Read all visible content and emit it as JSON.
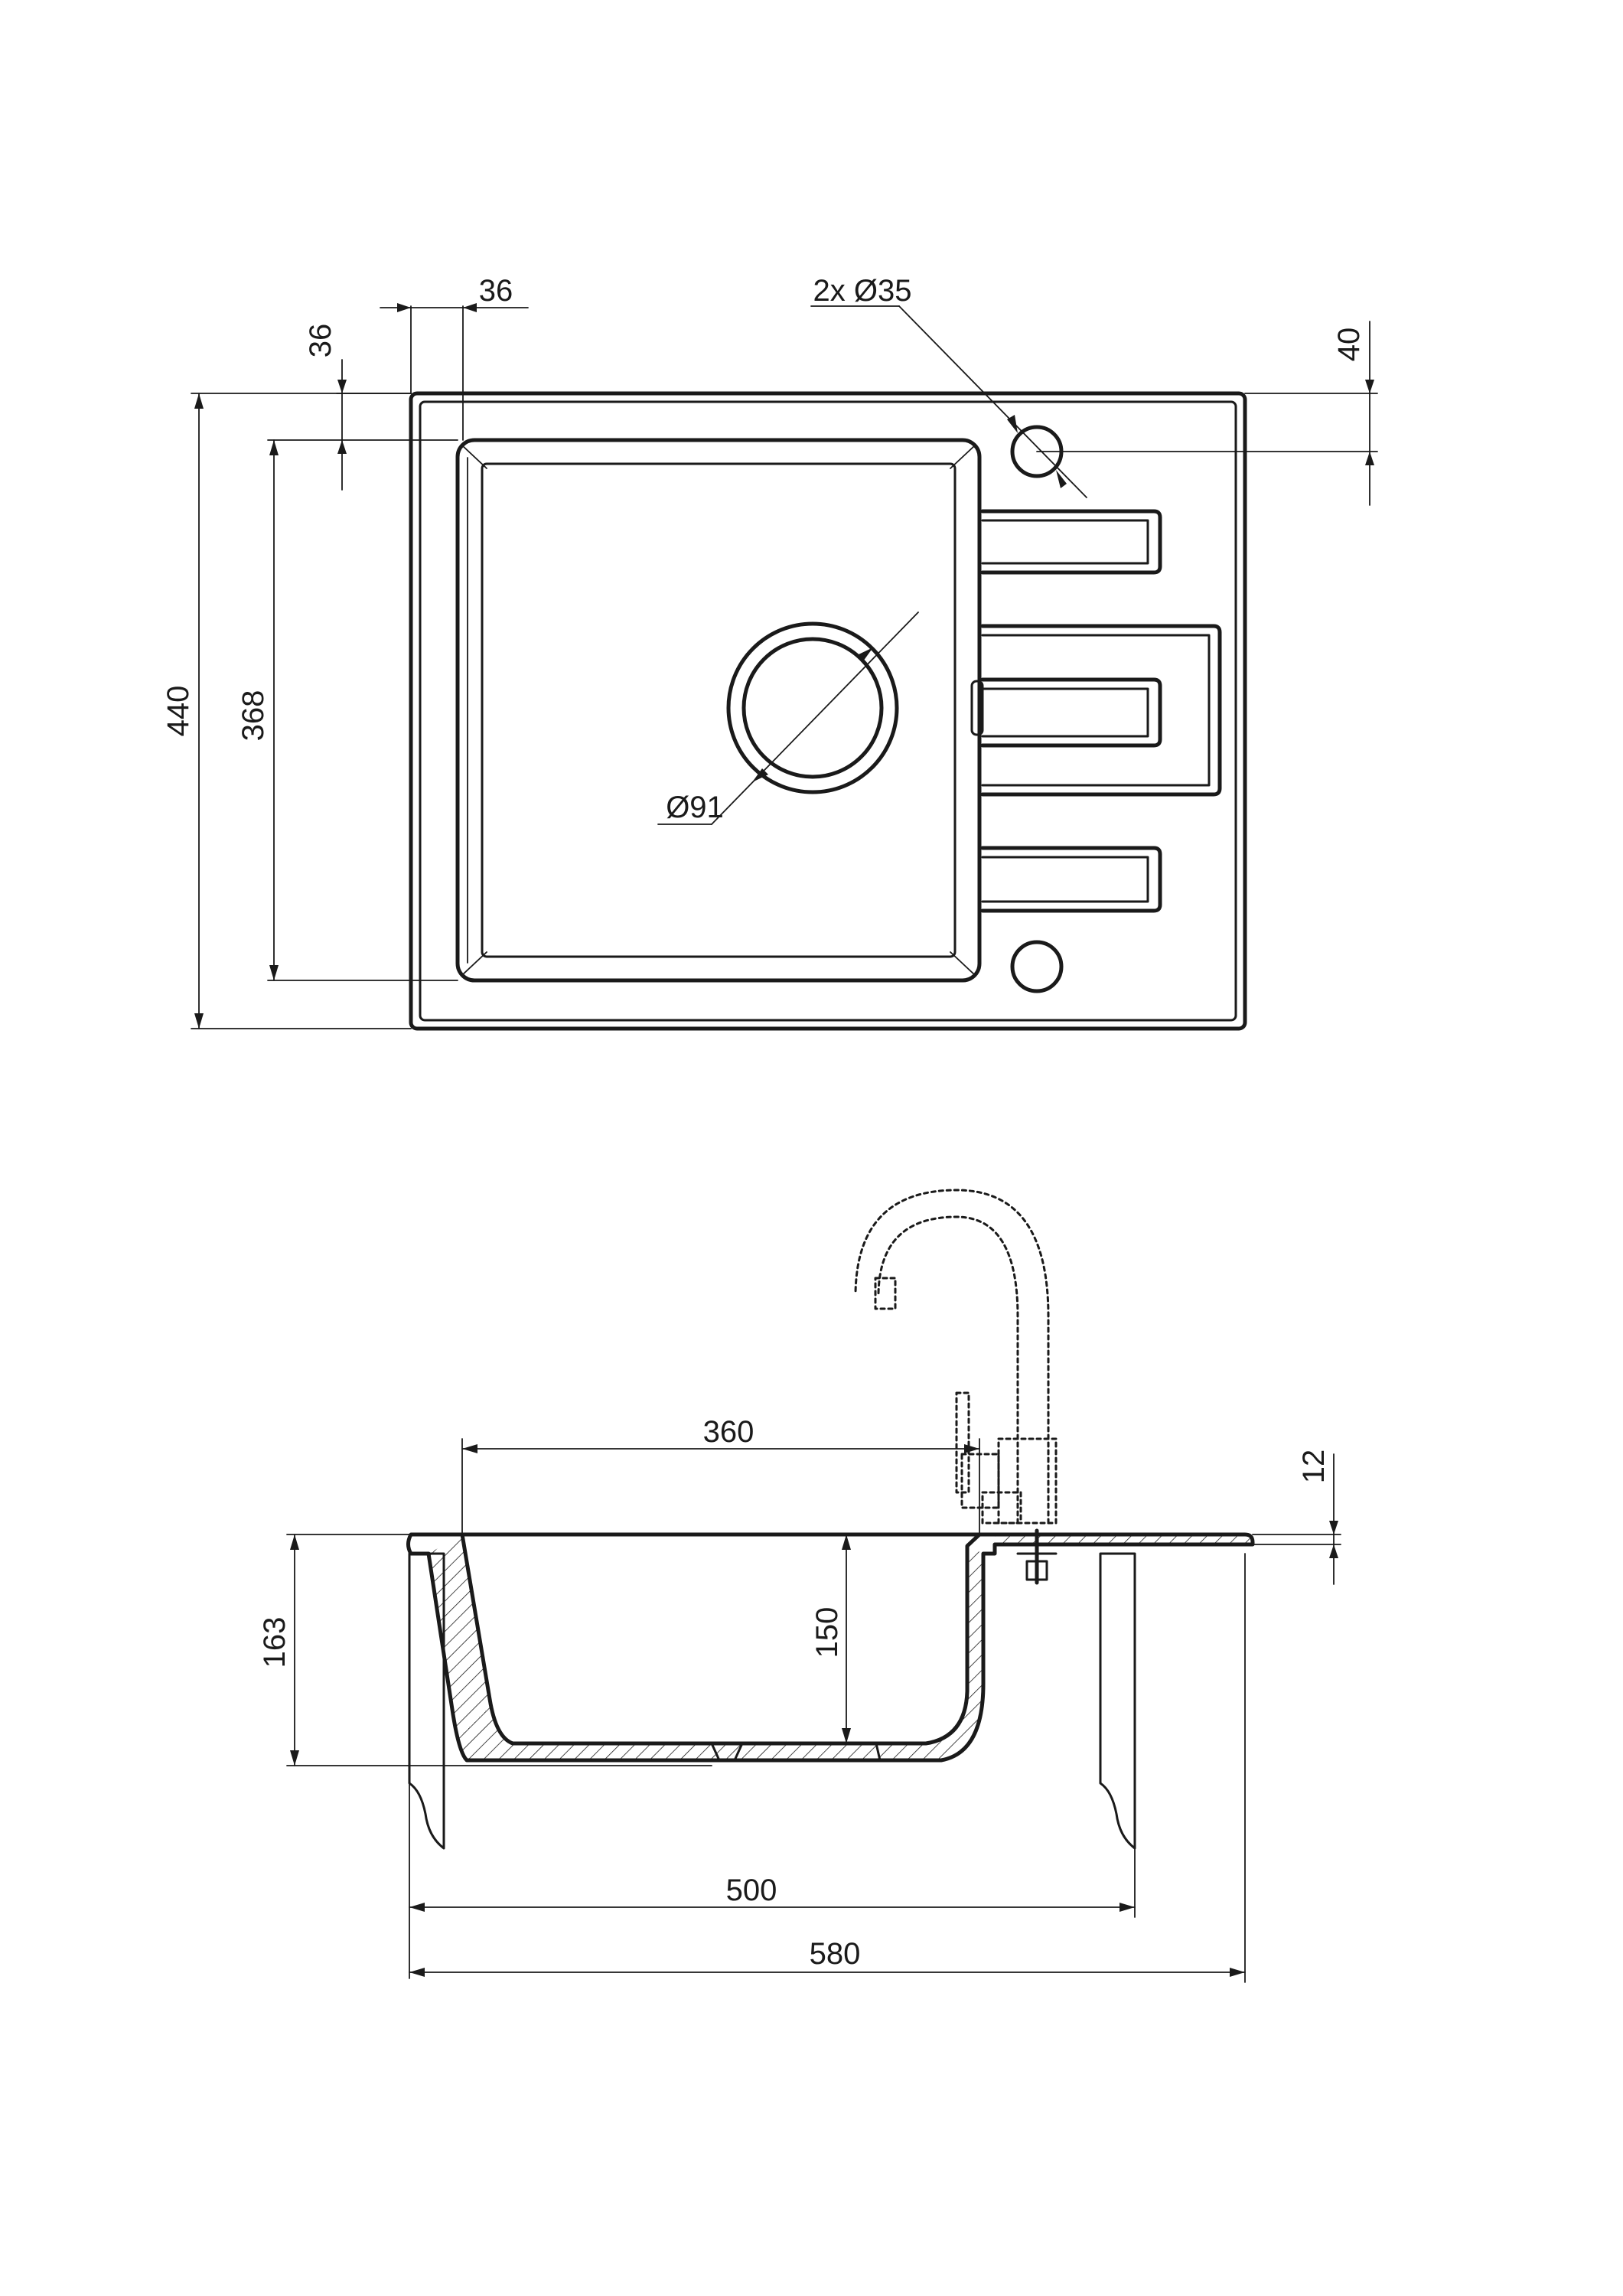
{
  "top_view": {
    "dim_flange_width": "36",
    "dim_flange_depth": "36",
    "dim_tap_hole": "2x Ø35",
    "dim_tap_offset": "40",
    "dim_total_depth": "440",
    "dim_bowl_depth": "368",
    "dim_drain": "Ø91"
  },
  "side_view": {
    "dim_bowl_width": "360",
    "dim_deck_thickness": "12",
    "dim_total_height": "163",
    "dim_bowl_height": "150",
    "dim_cabinet_width": "500",
    "dim_total_width": "580"
  }
}
